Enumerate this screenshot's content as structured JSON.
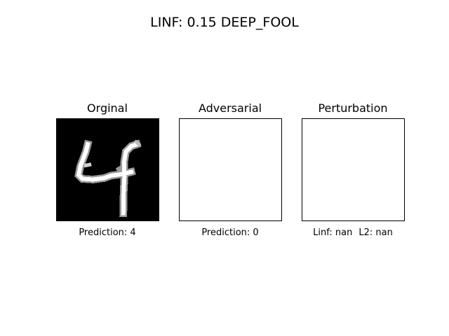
{
  "figure": {
    "suptitle": "LINF: 0.15 DEEP_FOOL"
  },
  "panels": {
    "original": {
      "title": "Orginal",
      "caption": "Prediction: 4",
      "image_icon": "digit-four-image"
    },
    "adversarial": {
      "title": "Adversarial",
      "caption": "Prediction: 0"
    },
    "perturbation": {
      "title": "Perturbation",
      "linf": "Linf: nan",
      "l2": "L2: nan"
    }
  },
  "colors": {
    "background": "#ffffff",
    "image_background": "#000000",
    "stroke": "#ffffff",
    "frame": "#000000"
  }
}
